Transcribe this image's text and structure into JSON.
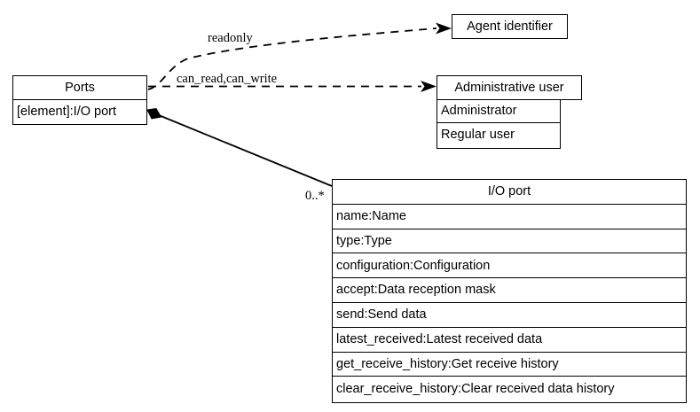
{
  "diagram": {
    "type": "uml-class-diagram",
    "background_color": "#ffffff",
    "line_color": "#000000",
    "classes": [
      {
        "id": "ports",
        "name": "Ports",
        "attributes": [
          "[element]:I/O port"
        ]
      },
      {
        "id": "agent_identifier",
        "name": "Agent identifier",
        "attributes": []
      },
      {
        "id": "administrative_user",
        "name": "Administrative user",
        "attributes": [
          "Administrator",
          "Regular user"
        ]
      },
      {
        "id": "io_port",
        "name": "I/O port",
        "attributes": [
          "name:Name",
          "type:Type",
          "configuration:Configuration",
          "accept:Data reception mask",
          "send:Send data",
          "latest_received:Latest received data",
          "get_receive_history:Get receive history",
          "clear_receive_history:Clear received data history"
        ]
      }
    ],
    "edges": [
      {
        "id": "ports_to_agent_identifier",
        "from": "ports",
        "to": "agent_identifier",
        "style": "dashed",
        "arrow": "open",
        "label": "readonly"
      },
      {
        "id": "ports_to_administrative_user",
        "from": "ports",
        "to": "administrative_user",
        "style": "dashed",
        "arrow": "open",
        "label": "can_read,can_write"
      },
      {
        "id": "ports_to_io_port",
        "from": "ports",
        "to": "io_port",
        "style": "solid",
        "arrow": "composition-diamond",
        "label": "0..*"
      }
    ]
  }
}
